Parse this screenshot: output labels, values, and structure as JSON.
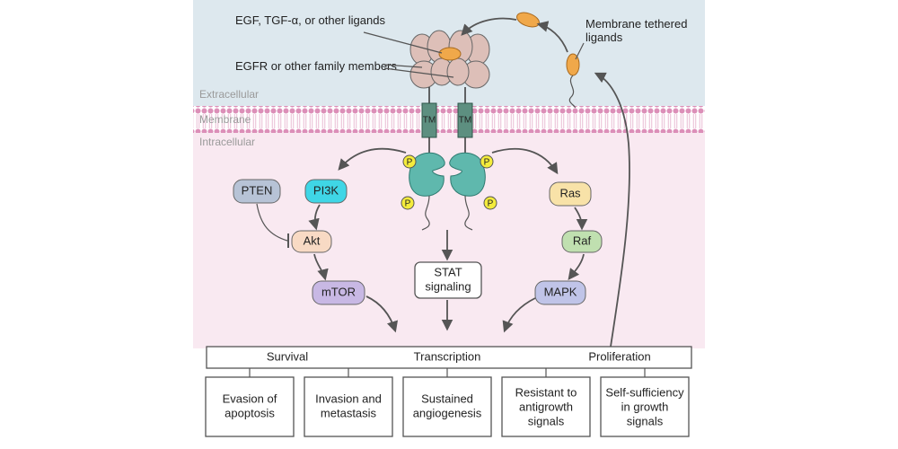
{
  "labels": {
    "ligands": "EGF, TGF-α, or other ligands",
    "receptors": "EGFR or other family members",
    "tethered_line1": "Membrane tethered",
    "tethered_line2": "ligands",
    "extracellular": "Extracellular",
    "membrane": "Membrane",
    "intracellular": "Intracellular",
    "tm": "TM",
    "phospho": "P"
  },
  "nodes": {
    "pten": "PTEN",
    "pi3k": "PI3K",
    "akt": "Akt",
    "mtor": "mTOR",
    "stat_line1": "STAT",
    "stat_line2": "signaling",
    "ras": "Ras",
    "raf": "Raf",
    "mapk": "MAPK"
  },
  "outcomes": {
    "survival": "Survival",
    "transcription": "Transcription",
    "proliferation": "Proliferation"
  },
  "hallmarks": [
    {
      "line1": "Evasion of",
      "line2": "apoptosis",
      "line3": ""
    },
    {
      "line1": "Invasion and",
      "line2": "metastasis",
      "line3": ""
    },
    {
      "line1": "Sustained",
      "line2": "angiogenesis",
      "line3": ""
    },
    {
      "line1": "Resistant to",
      "line2": "antigrowth",
      "line3": "signals"
    },
    {
      "line1": "Self-sufficiency",
      "line2": "in growth",
      "line3": "signals"
    }
  ],
  "colors": {
    "extracellular_bg": "#dde8ee",
    "intracellular_bg": "#f9e9f1",
    "membrane": "#dc8fb8",
    "ligand": "#f0a84a",
    "receptor_ecd": "#ddbfb8",
    "tm": "#5d8f80",
    "kinase": "#5fb8ad",
    "phospho": "#f4ec3c",
    "pten": "#b7c3d6",
    "pi3k": "#3fd6e6",
    "akt": "#f8dac4",
    "mtor": "#c8b8e4",
    "ras": "#f8e2a8",
    "raf": "#c0e0b0",
    "mapk": "#c0c4e8"
  }
}
